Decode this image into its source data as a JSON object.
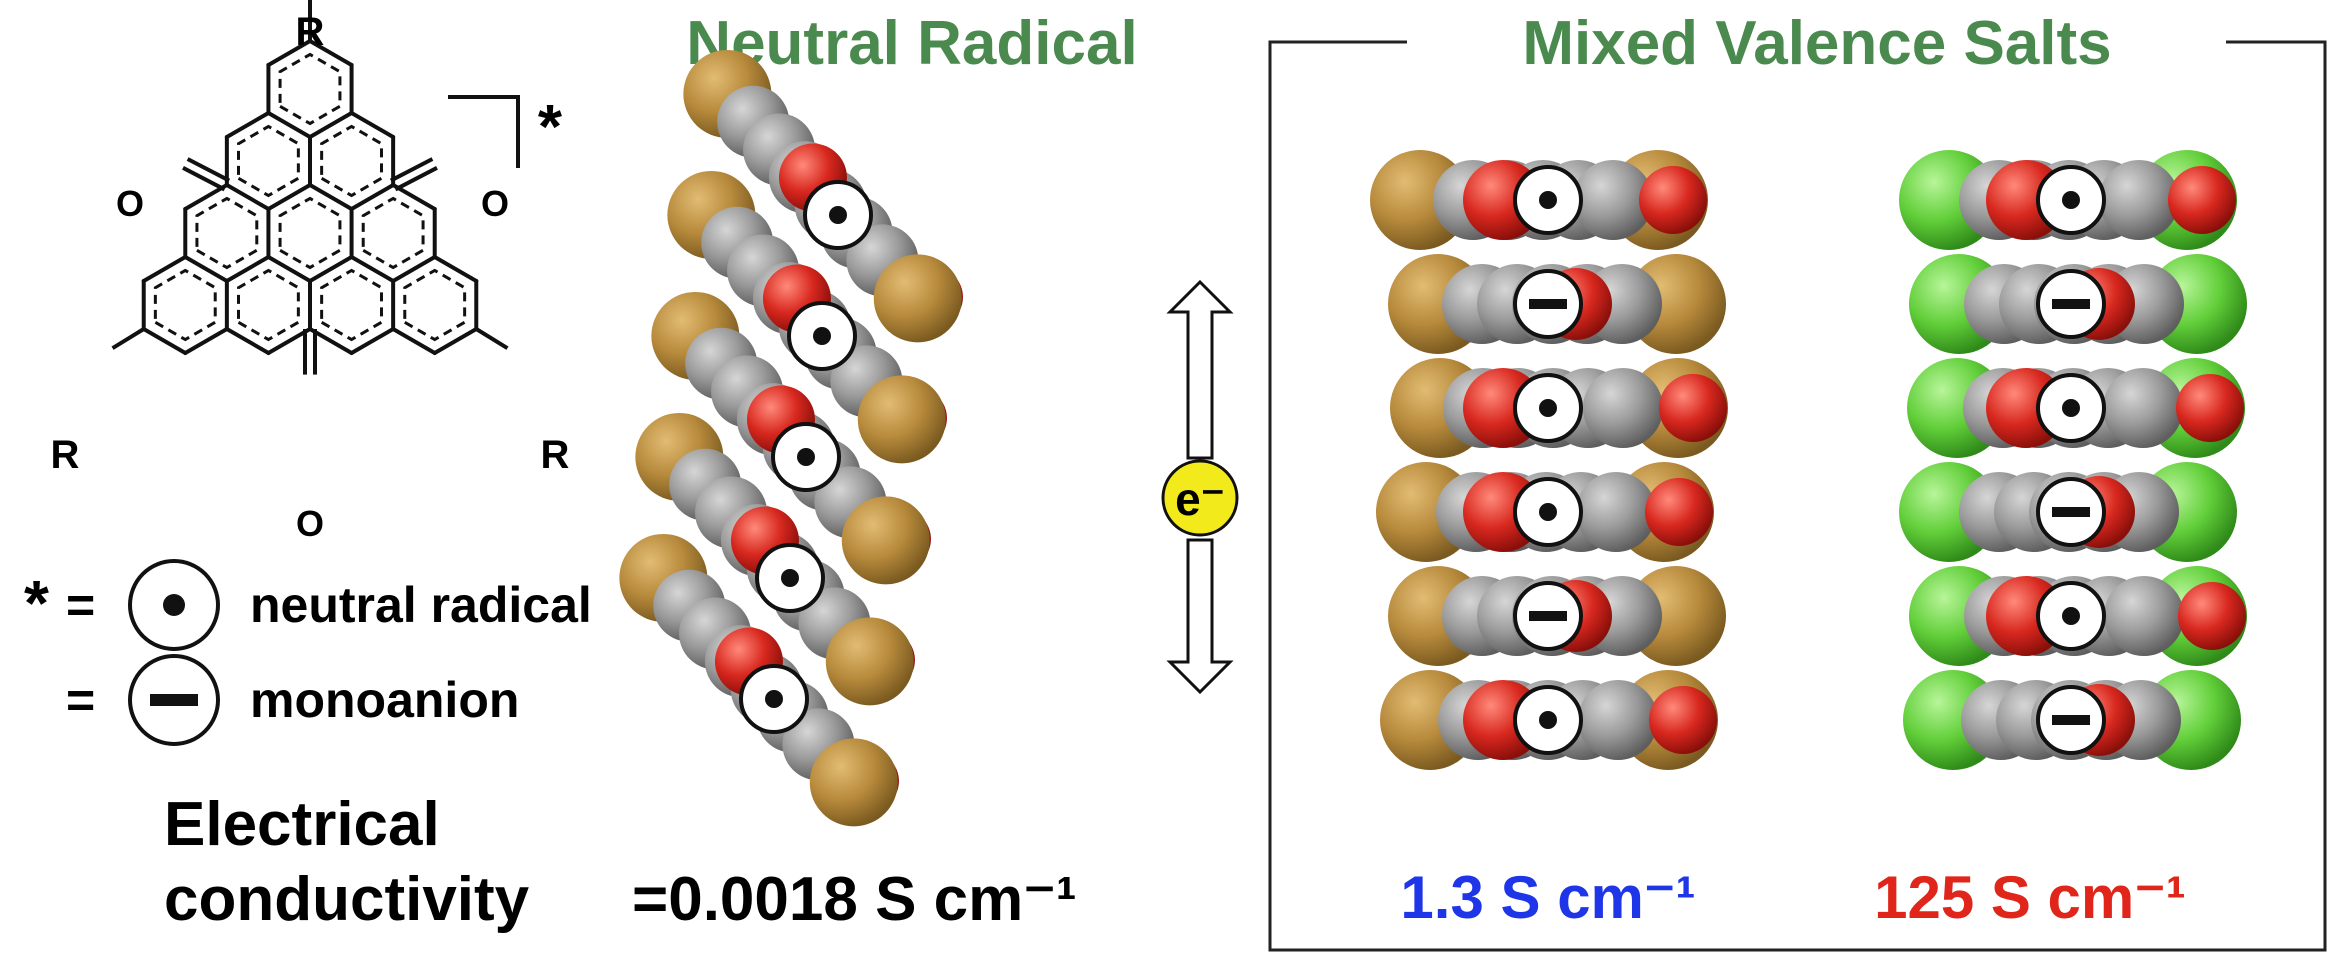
{
  "headings": {
    "neutral": "Neutral Radical",
    "mixed": "Mixed Valence Salts"
  },
  "structure": {
    "substituent": "R",
    "oxygen": "O",
    "bracket_mark": "*"
  },
  "legend": {
    "star": "*",
    "eq": "=",
    "radical_text": "neutral radical",
    "anion_text": "monoanion"
  },
  "transfer_label": "e⁻",
  "conductivity": {
    "title_line1": "Electrical",
    "title_line2": "conductivity",
    "neutral_value": "=0.0018 S cm⁻¹",
    "salt1_value": "1.3 S cm⁻¹",
    "salt2_value": "125 S cm⁻¹"
  },
  "stacks": {
    "neutral": [
      "radical",
      "radical",
      "radical",
      "radical",
      "radical"
    ],
    "salt1": [
      "radical",
      "anion",
      "radical",
      "radical",
      "anion",
      "radical"
    ],
    "salt2": [
      "radical",
      "anion",
      "radical",
      "anion",
      "radical",
      "anion"
    ]
  },
  "colors": {
    "heading": "#4a8a4f",
    "salt1_value": "#1f35e8",
    "salt2_value": "#e0261a",
    "bromine": "#b78a3c",
    "chlorine": "#62cf3a",
    "carbon": "#8f8f8f",
    "oxygen": "#d8281f",
    "electron": "#f2ea1a"
  }
}
